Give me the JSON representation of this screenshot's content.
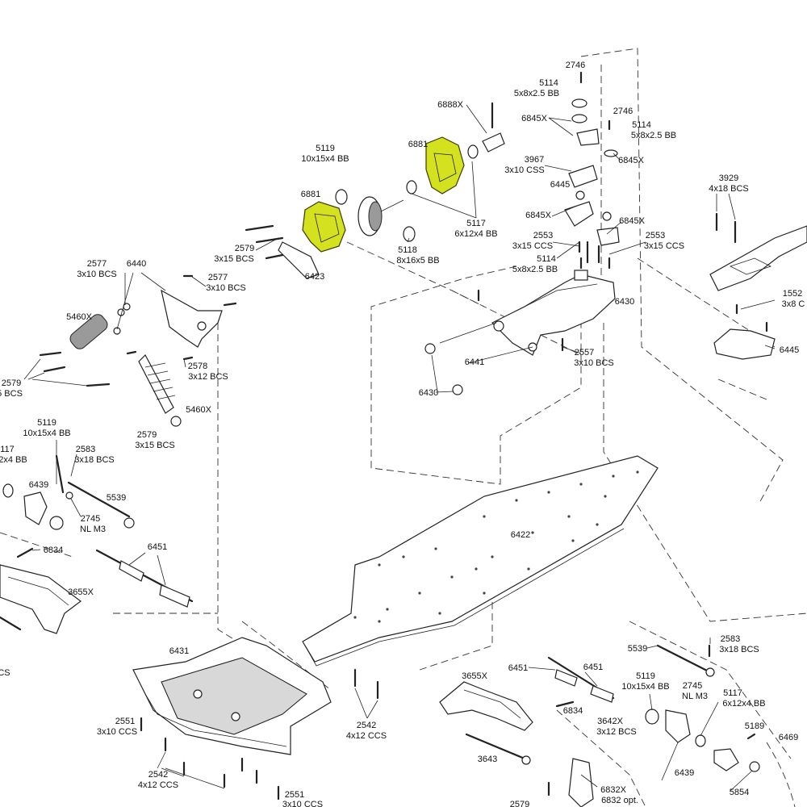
{
  "colors": {
    "highlight": "#d4e11f",
    "line": "#222222",
    "background": "#ffffff"
  },
  "labels": {
    "p2746a": "2746",
    "p5114a": "5114",
    "p5114a_spec": "5x8x2.5 BB",
    "p6888X": "6888X",
    "p6845Xa": "6845X",
    "p2746b": "2746",
    "p5114b": "5114",
    "p5114b_spec": "5x8x2.5 BB",
    "p6881a": "6881",
    "p6845Xb": "6845X",
    "p3967": "3967",
    "p3967_spec": "3x10 CSS",
    "p6445a": "6445",
    "p5119a": "5119",
    "p5119a_spec": "10x15x4 BB",
    "p6881b": "6881",
    "p3929": "3929",
    "p3929_spec": "4x18 BCS",
    "p6845Xc": "6845X",
    "p6845Xd": "6845X",
    "p5117a": "5117",
    "p5117a_spec": "6x12x4 BB",
    "p2579a": "2579",
    "p2579a_spec": "3x15 BCS",
    "p5118": "5118",
    "p5118_spec": "8x16x5 BB",
    "p2553a": "2553",
    "p2553a_spec": "3x15 CCS",
    "p2553b": "2553",
    "p2553b_spec": "3x15 CCS",
    "p5114c": "5114",
    "p5114c_spec": "5x8x2.5 BB",
    "p6423": "6423",
    "p1552": "1552",
    "p1552_spec": "3x8 C",
    "p2577a": "2577",
    "p2577a_spec": "3x10 BCS",
    "p6440": "6440",
    "p2577b": "2577",
    "p2577b_spec": "3x10 BCS",
    "p6430a": "6430",
    "p5460Xa": "5460X",
    "p6445b": "6445",
    "p2557": "2557",
    "p2557_spec": "3x10 BCS",
    "p6441": "6441",
    "p2578": "2578",
    "p2578_spec": "3x12 BCS",
    "p2579b": "2579",
    "p2579b_spec": "5 BCS",
    "p6430b": "6430",
    "p5460Xb": "5460X",
    "p5119b": "5119",
    "p5119b_spec": "10x15x4 BB",
    "p2579c": "2579",
    "p2579c_spec": "3x15 BCS",
    "p117": "117",
    "p117_spec": "2x4 BB",
    "p2583a": "2583",
    "p2583a_spec": "3x18 BCS",
    "p6439a": "6439",
    "p5539a": "5539",
    "p2745a": "2745",
    "p2745a_spec": "NL M3",
    "p6422": "6422",
    "p6834a": "6834",
    "p6451a": "6451",
    "p3655Xa": "3655X",
    "p6431": "6431",
    "p2583b": "2583",
    "p2583b_spec": "3x18 BCS",
    "p5539b": "5539",
    "pCS": "CS",
    "p3655Xb": "3655X",
    "p6451b": "6451",
    "p6451c": "6451",
    "p5119c": "5119",
    "p5119c_spec": "10x15x4 BB",
    "p2745b": "2745",
    "p2745b_spec": "NL M3",
    "p5117b": "5117",
    "p5117b_spec": "6x12x4 BB",
    "p2551a": "2551",
    "p2551a_spec": "3x10 CCS",
    "p2542a": "2542",
    "p2542a_spec": "4x12 CCS",
    "p6834b": "6834",
    "p3642X": "3642X",
    "p3642X_spec": "3x12 BCS",
    "p5189": "5189",
    "p6469": "6469",
    "p3643": "3643",
    "p6439b": "6439",
    "p2542b": "2542",
    "p2542b_spec": "4x12 CCS",
    "p2551b": "2551",
    "p2551b_spec": "3x10 CCS",
    "p5854": "5854",
    "p6832X": "6832X",
    "p6832X_spec": "6832 opt.",
    "p2579d": "2579"
  }
}
